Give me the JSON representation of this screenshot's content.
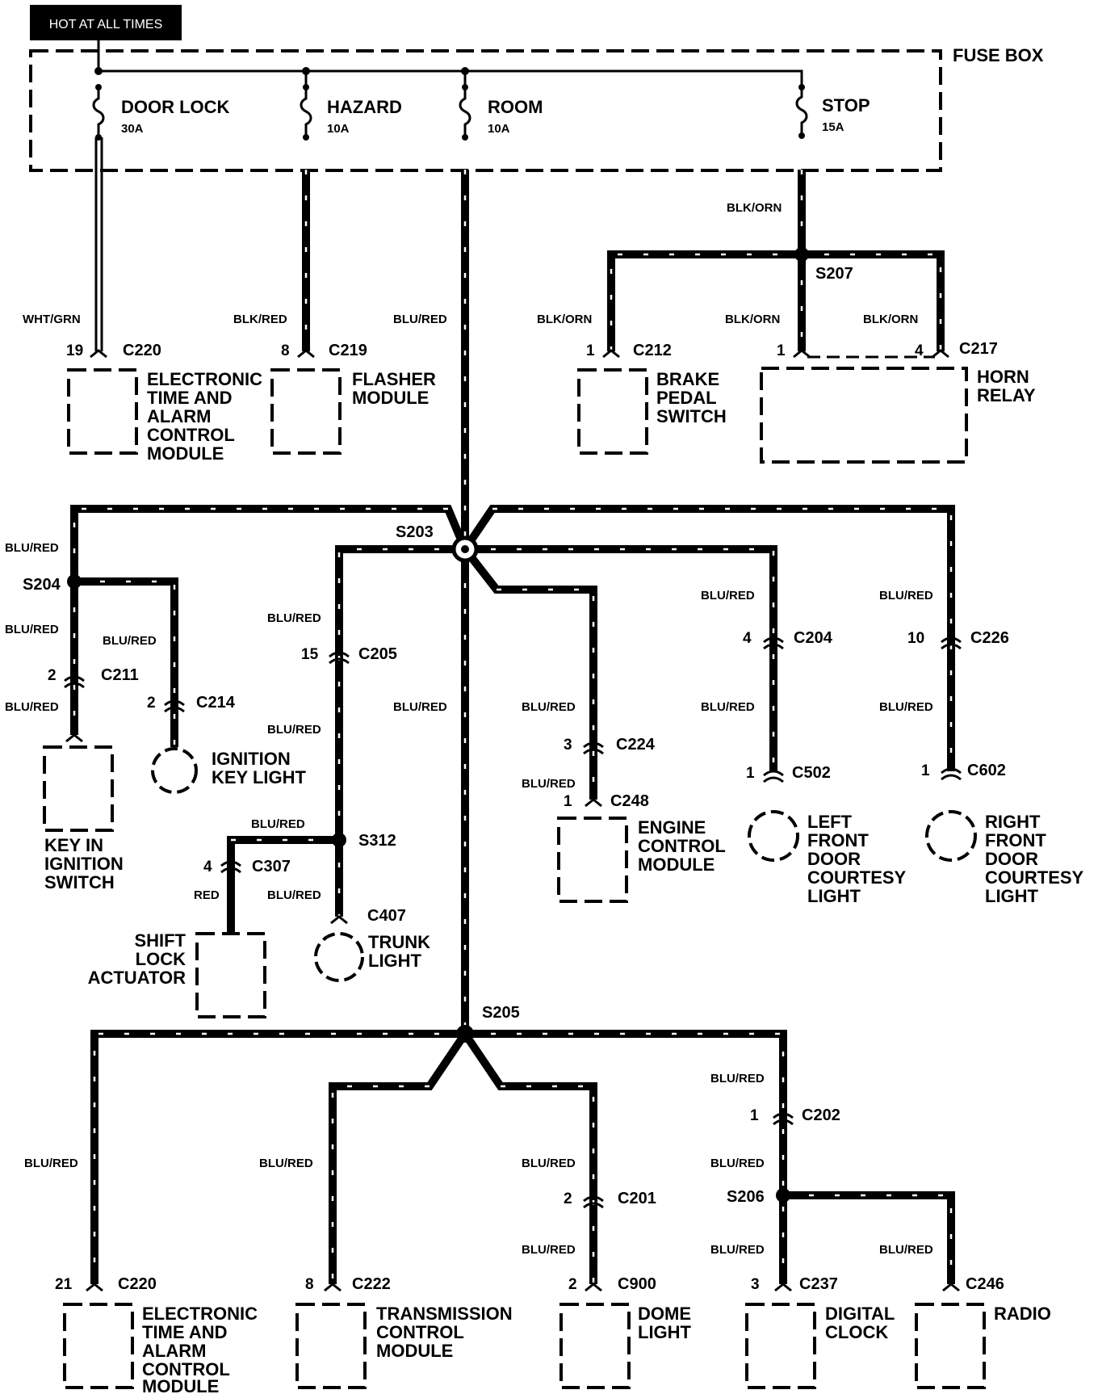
{
  "header": {
    "hot_label": "HOT AT ALL TIMES",
    "fuse_box_label": "FUSE BOX"
  },
  "fuses": [
    {
      "name": "DOOR LOCK",
      "rating": "30A"
    },
    {
      "name": "HAZARD",
      "rating": "10A"
    },
    {
      "name": "ROOM",
      "rating": "10A"
    },
    {
      "name": "STOP",
      "rating": "15A"
    }
  ],
  "splices": [
    "S207",
    "S203",
    "S204",
    "S312",
    "S205",
    "S206"
  ],
  "wires": {
    "wht_grn": "WHT/GRN",
    "blk_red": "BLK/RED",
    "blu_red": "BLU/RED",
    "blk_orn": "BLK/ORN",
    "red": "RED"
  },
  "pins": {
    "p19": "19",
    "p8": "8",
    "p1": "1",
    "p4": "4",
    "p2": "2",
    "p15": "15",
    "p3": "3",
    "p10": "10",
    "p21": "21"
  },
  "connectors": {
    "C220": "C220",
    "C219": "C219",
    "C212": "C212",
    "C217": "C217",
    "C211": "C211",
    "C214": "C214",
    "C205": "C205",
    "C224": "C224",
    "C248": "C248",
    "C204": "C204",
    "C502": "C502",
    "C226": "C226",
    "C602": "C602",
    "C307": "C307",
    "C407": "C407",
    "C222": "C222",
    "C201": "C201",
    "C900": "C900",
    "C202": "C202",
    "C237": "C237",
    "C246": "C246"
  },
  "components": {
    "etacm_top": [
      "ELECTRONIC",
      "TIME AND",
      "ALARM",
      "CONTROL",
      "MODULE"
    ],
    "flasher": [
      "FLASHER",
      "MODULE"
    ],
    "brake": [
      "BRAKE",
      "PEDAL",
      "SWITCH"
    ],
    "horn": [
      "HORN",
      "RELAY"
    ],
    "key_in": [
      "KEY IN",
      "IGNITION",
      "SWITCH"
    ],
    "ign_key_light": [
      "IGNITION",
      "KEY LIGHT"
    ],
    "ecm": [
      "ENGINE",
      "CONTROL",
      "MODULE"
    ],
    "lf_light": [
      "LEFT",
      "FRONT",
      "DOOR",
      "COURTESY",
      "LIGHT"
    ],
    "rf_light": [
      "RIGHT",
      "FRONT",
      "DOOR",
      "COURTESY",
      "LIGHT"
    ],
    "shift_lock": [
      "SHIFT",
      "LOCK",
      "ACTUATOR"
    ],
    "trunk": [
      "TRUNK",
      "LIGHT"
    ],
    "etacm_bottom": [
      "ELECTRONIC",
      "TIME AND",
      "ALARM",
      "CONTROL",
      "MODULE"
    ],
    "tcm": [
      "TRANSMISSION",
      "CONTROL",
      "MODULE"
    ],
    "dome": [
      "DOME",
      "LIGHT"
    ],
    "clock": [
      "DIGITAL",
      "CLOCK"
    ],
    "radio": [
      "RADIO"
    ]
  }
}
